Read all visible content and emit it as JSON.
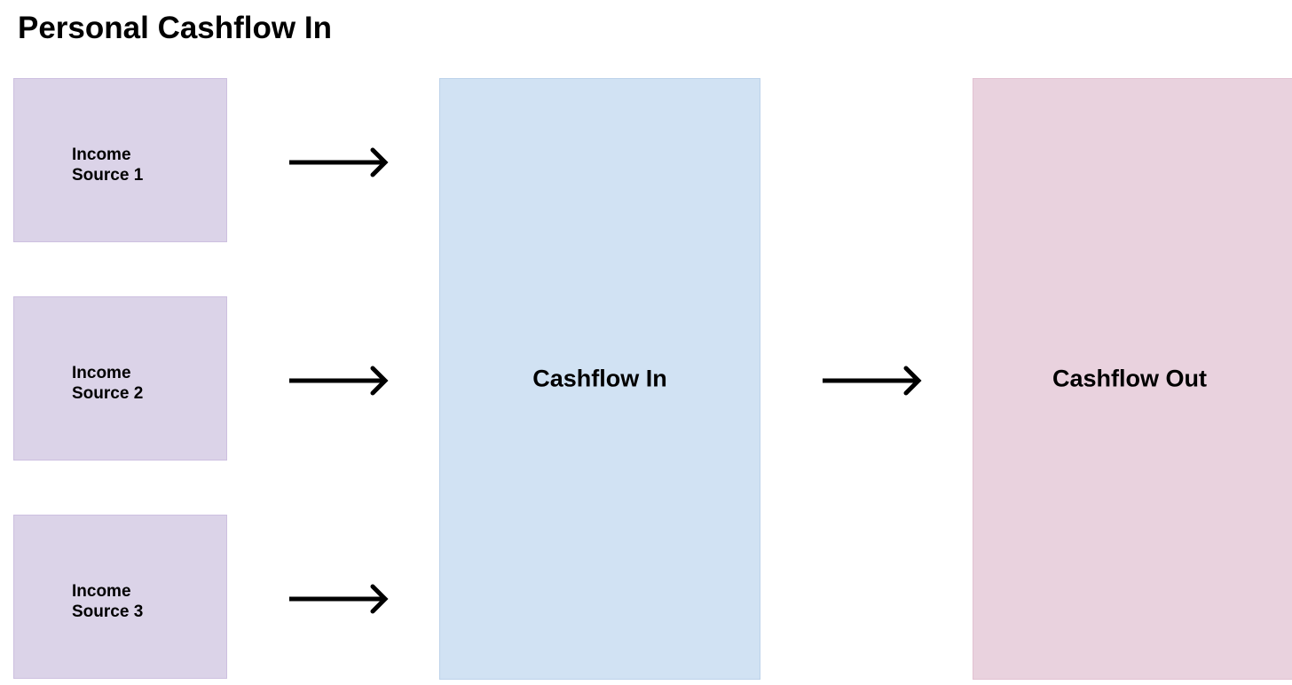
{
  "title": "Personal Cashflow In",
  "colors": {
    "income_fill": "#dbd3e8",
    "cashflow_in_fill": "#d1e2f3",
    "cashflow_out_fill": "#e9d2de",
    "arrow": "#000000"
  },
  "income_sources": [
    {
      "label": "Income\nSource 1"
    },
    {
      "label": "Income\nSource 2"
    },
    {
      "label": "Income\nSource 3"
    }
  ],
  "cashflow_in": {
    "label": "Cashflow In"
  },
  "cashflow_out": {
    "label": "Cashflow Out"
  },
  "arrows": [
    {
      "from": "Income Source 1",
      "to": "Cashflow In",
      "icon": "right-arrow-icon"
    },
    {
      "from": "Income Source 2",
      "to": "Cashflow In",
      "icon": "right-arrow-icon"
    },
    {
      "from": "Income Source 3",
      "to": "Cashflow In",
      "icon": "right-arrow-icon"
    },
    {
      "from": "Cashflow In",
      "to": "Cashflow Out",
      "icon": "right-arrow-icon"
    }
  ]
}
